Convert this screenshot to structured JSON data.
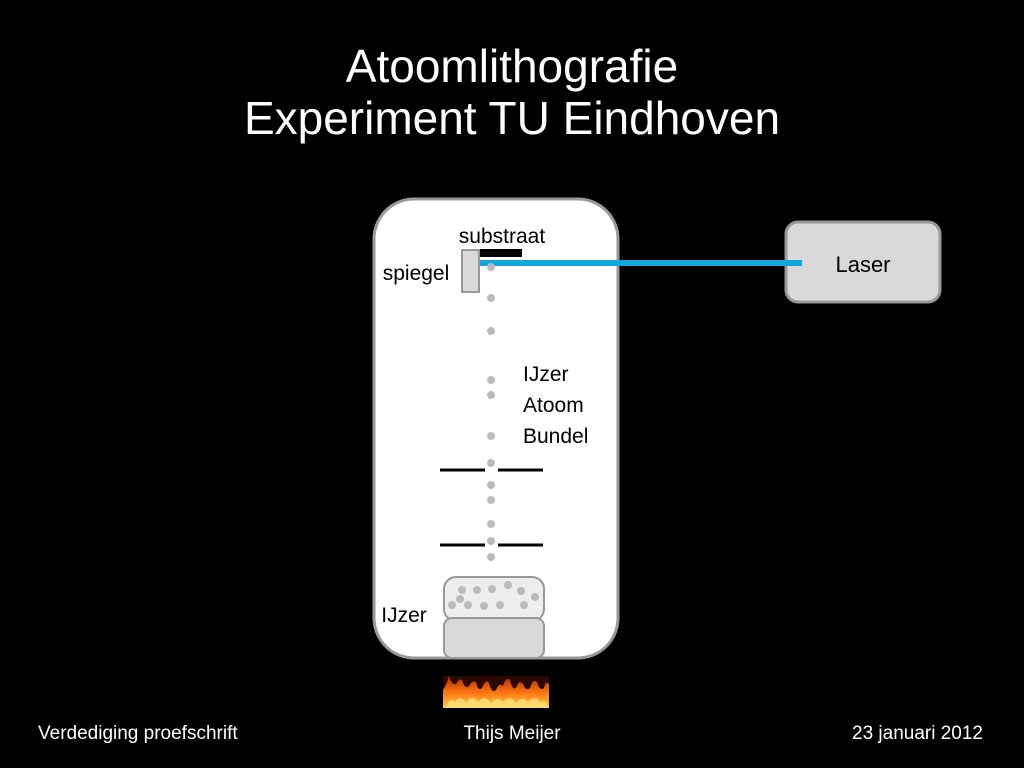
{
  "slide": {
    "title_line1": "Atoomlithografie",
    "title_line2": "Experiment TU Eindhoven"
  },
  "diagram": {
    "labels": {
      "substraat": "substraat",
      "spiegel": "spiegel",
      "laser": "Laser",
      "beam_line1": "IJzer",
      "beam_line2": "Atoom",
      "beam_line3": "Bundel",
      "source": "IJzer"
    },
    "colors": {
      "chamber_fill": "#ffffff",
      "chamber_border": "#999999",
      "laser_box_fill": "#d9d9d9",
      "laser_beam": "#12a6e0",
      "atom_dot": "#bbbbbb",
      "substrate": "#000000",
      "flame": "#ff8c1a"
    }
  },
  "footer": {
    "left": "Verdediging proefschrift",
    "center": "Thijs Meijer",
    "right": "23 januari 2012"
  }
}
